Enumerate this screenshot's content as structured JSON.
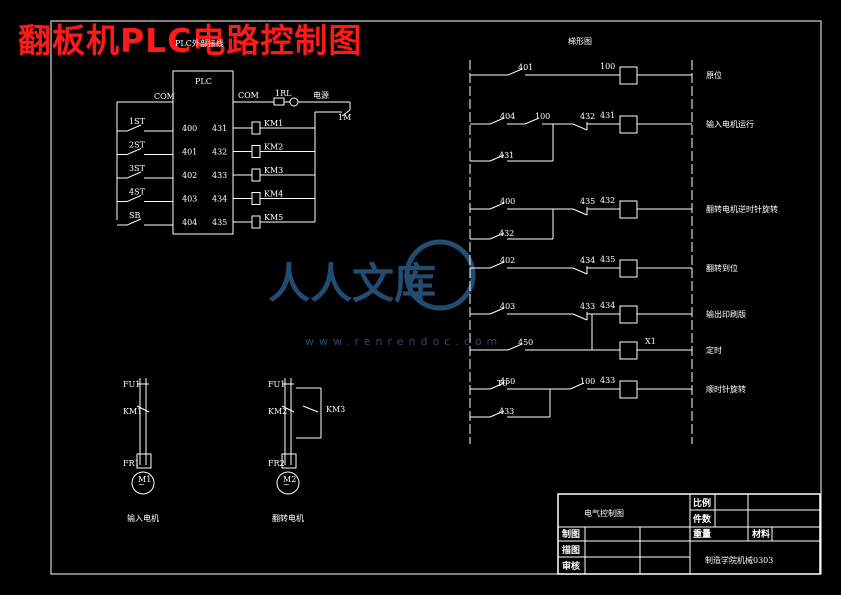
{
  "header": {
    "title": "翻板机PLC电路控制图"
  },
  "plc": {
    "title": "PLC外部接线",
    "box_label": "PLC",
    "com_in": "COM",
    "com_out": "COM",
    "switches": [
      "1ST",
      "2ST",
      "3ST",
      "4ST",
      "SB"
    ],
    "inputs": [
      "400",
      "401",
      "402",
      "403",
      "404"
    ],
    "outputs": [
      "431",
      "432",
      "433",
      "434",
      "435"
    ],
    "relays": [
      "KM1",
      "KM2",
      "KM3",
      "KM4",
      "KM5"
    ],
    "fuse": "1RL",
    "power": "电源",
    "ground": "1M"
  },
  "ladder": {
    "title": "梯形图",
    "rungs": [
      {
        "contacts": [
          "401"
        ],
        "coil": "100",
        "desc": "原位"
      },
      {
        "contacts": [
          "404",
          "100",
          "432"
        ],
        "coil": "431",
        "desc": "输入电机运行",
        "branch": "431"
      },
      {
        "contacts": [
          "400",
          "435"
        ],
        "coil": "432",
        "desc": "翻转电机逆时针旋转",
        "branch": "432"
      },
      {
        "contacts": [
          "402",
          "434"
        ],
        "coil": "435",
        "desc": "翻转到位"
      },
      {
        "contacts": [
          "403",
          "433"
        ],
        "coil": "434",
        "desc": "输出印刷版"
      },
      {
        "contacts": [
          "450"
        ],
        "coil": "X1",
        "desc": "定时"
      },
      {
        "contacts": [
          "450",
          "100"
        ],
        "coil": "433",
        "desc": "顺时针旋转",
        "branch": "433",
        "timer": "T0"
      }
    ]
  },
  "motors": [
    {
      "fuse": "FU1",
      "contactor": "KM1",
      "relay": "FR1",
      "motor": "M1",
      "label": "输入电机"
    },
    {
      "fuse": "FU1",
      "contactor": "KM2",
      "contactor2": "KM3",
      "relay": "FR2",
      "motor": "M2",
      "label": "翻转电机"
    }
  ],
  "watermark": {
    "text": "人人文库",
    "url": "www.renrendoc.com"
  },
  "title_block": {
    "title": "电气控制图",
    "scale_label": "比例",
    "count_label": "件数",
    "weight_label": "重量",
    "material_label": "材料",
    "drawn_label": "制图",
    "traced_label": "描图",
    "review_label": "审核",
    "org": "制造学院机械0303"
  }
}
